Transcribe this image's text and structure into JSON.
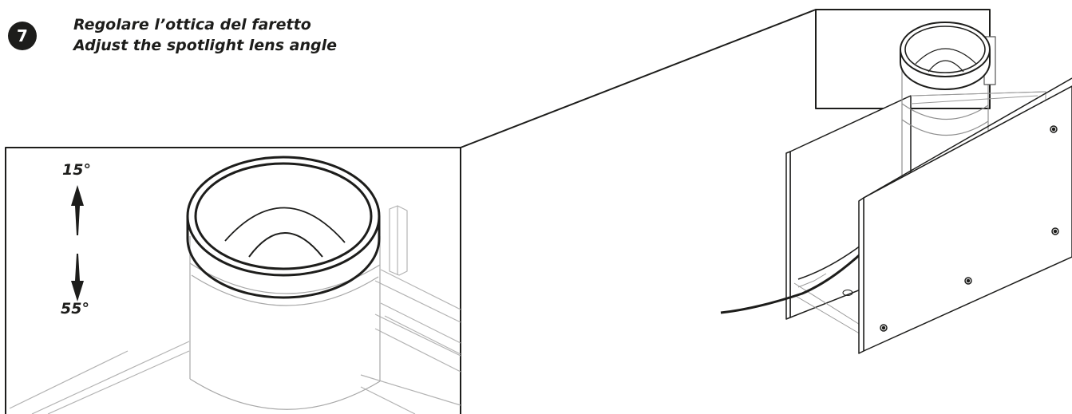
{
  "step": {
    "number": "7"
  },
  "title": {
    "italian": "Regolare l’ottica del faretto",
    "english": "Adjust the spotlight lens angle"
  },
  "angles": {
    "max": "15°",
    "min": "55°"
  }
}
